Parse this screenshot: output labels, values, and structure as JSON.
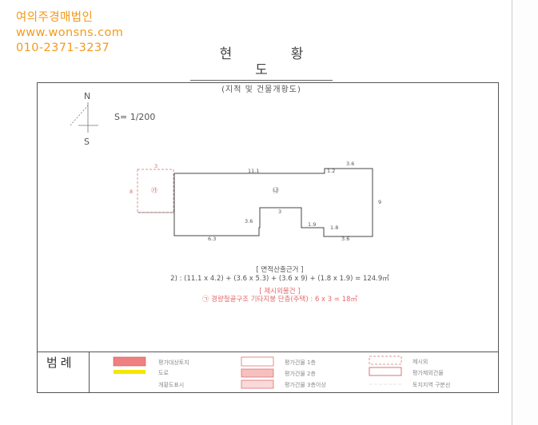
{
  "watermark": {
    "company": "여의주경매법인",
    "website": "www.wonsns.com",
    "phone": "010-2371-3237"
  },
  "document": {
    "title": "현 황 도",
    "subtitle": "(지적 및 건물개황도)"
  },
  "compass": {
    "north": "N",
    "south": "S"
  },
  "scale": "S= 1/200",
  "plan": {
    "label_a": "㉮",
    "label_b": "㉯",
    "dims": {
      "top_left": "3",
      "left": "8",
      "top_mid": "11.1",
      "top_right_step": "1.2",
      "top_right": "3.6",
      "right": "9",
      "notch_inner": "3",
      "notch_left": "3.6",
      "small_a": "1.9",
      "small_b": "1.8",
      "bottom_left": "6.3",
      "bottom_right": "3.6"
    }
  },
  "calc": {
    "heading": "[ 면적산출근거 ]",
    "formula": "2) : (11.1 x 4.2) + (3.6 x 5.3) + (3.6 x 9) + (1.8 x 1.9) = 124.9㎡",
    "red_heading": "[ 제시외물건 ]",
    "red_formula": "㉠ 경량철골구조 기타지붕 단층(주택) : 6 x 3 = 18㎡"
  },
  "legend": {
    "title": "범례",
    "items": [
      "평가대상토지",
      "도로",
      "개황도표시",
      "평가건물 1층",
      "평가건물 2층",
      "평가건물 3층이상",
      "제시외",
      "평가제외건물",
      "토지지역 구분선"
    ]
  },
  "colors": {
    "watermark": "#f39a1a",
    "legend_land": "#f08080",
    "legend_road": "#f5e600",
    "red_annotation": "#e26a6a"
  }
}
